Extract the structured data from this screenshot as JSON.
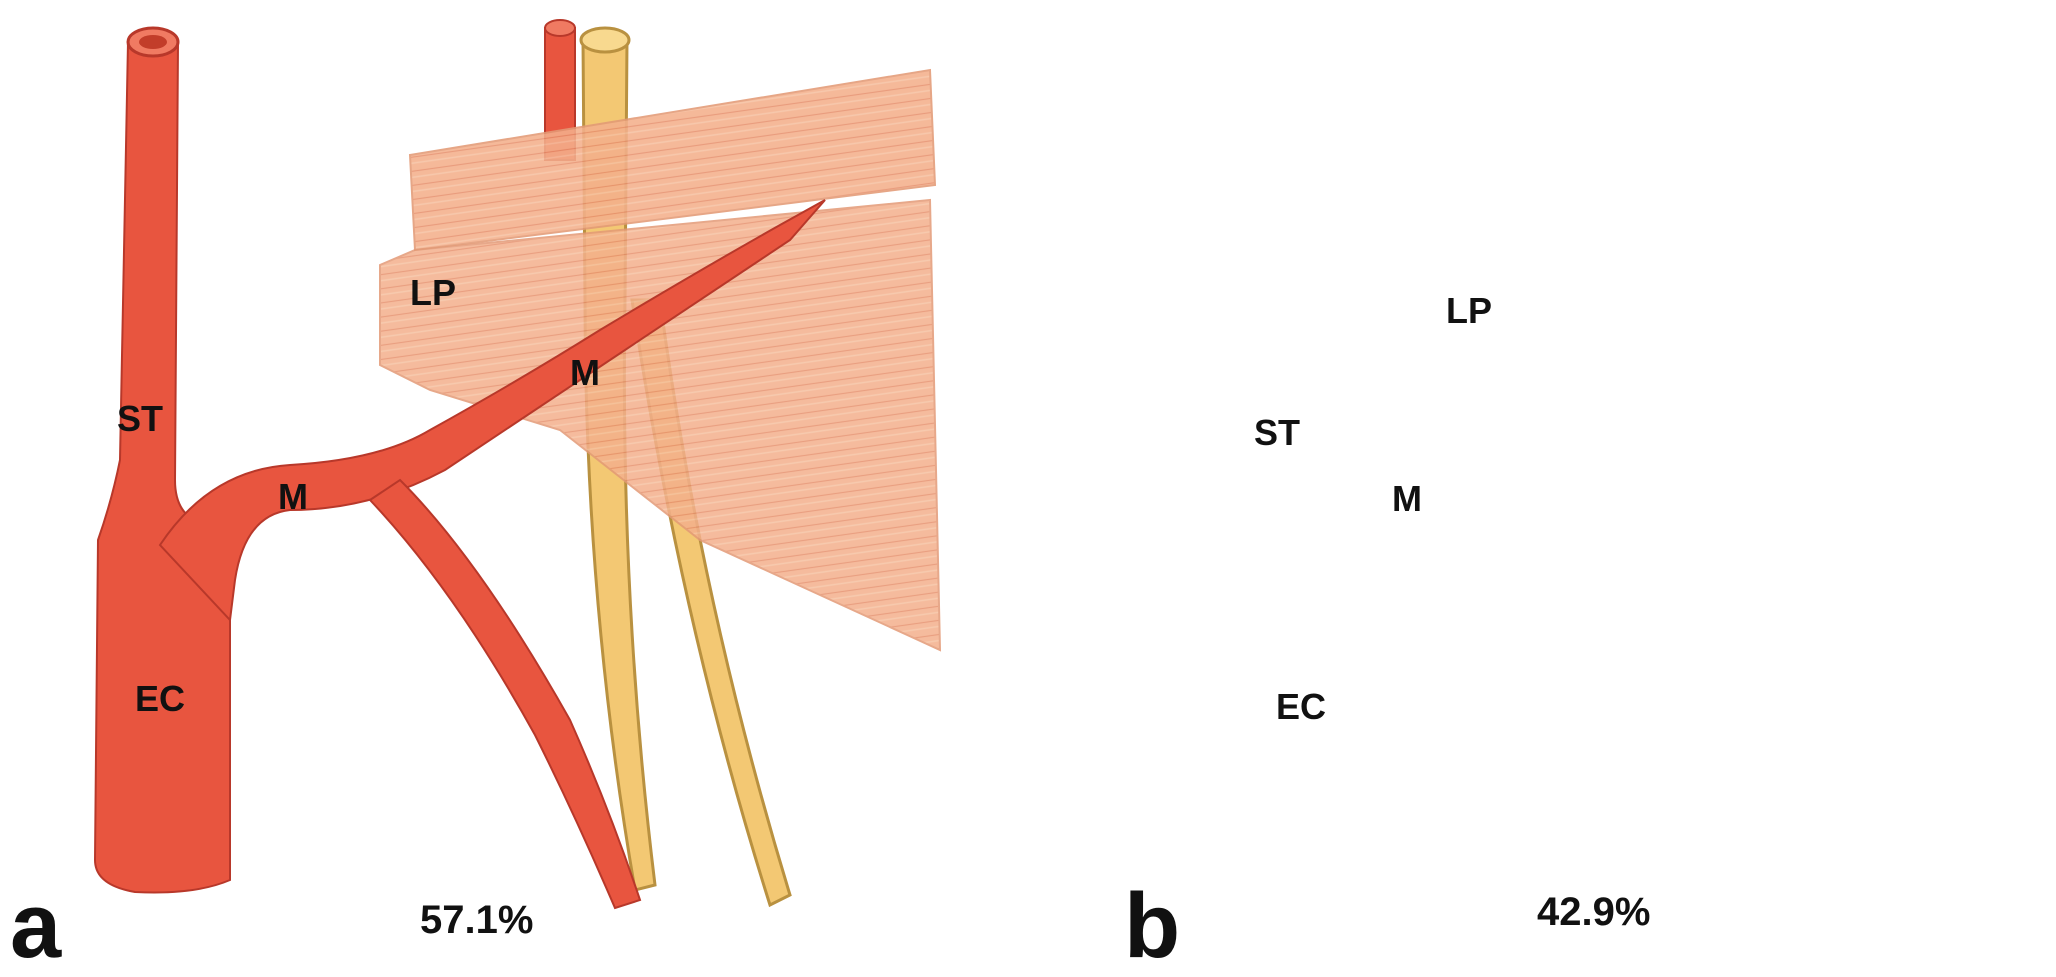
{
  "panels": [
    {
      "letter": "a",
      "percentage": "57.1%",
      "labels": {
        "st": "ST",
        "ec": "EC",
        "m_lower": "M",
        "m_upper": "M",
        "lp": "LP"
      }
    },
    {
      "letter": "b",
      "percentage": "42.9%",
      "labels": {
        "st": "ST",
        "ec": "EC",
        "m": "M",
        "lp": "LP"
      }
    }
  ],
  "colors": {
    "artery": "#e8553f",
    "artery_dark": "#c8402c",
    "nerve": "#f3c873",
    "nerve_edge": "#b99140",
    "muscle": "#f2a77f",
    "muscle_line": "#d97b58"
  }
}
